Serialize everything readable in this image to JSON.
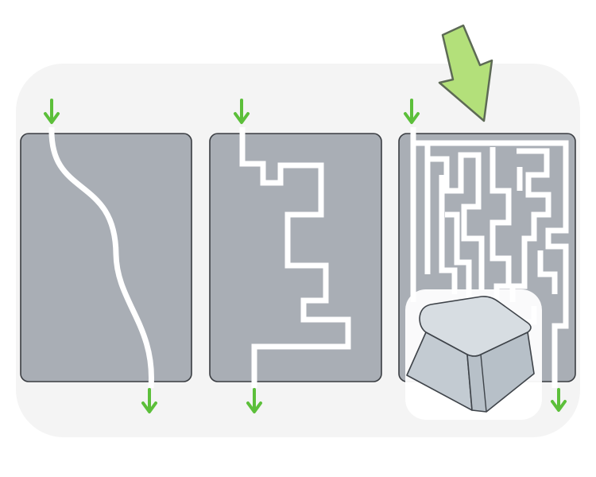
{
  "figure": {
    "panels": [
      {
        "id": "smooth-curve-channel",
        "path_style": "smooth curve"
      },
      {
        "id": "stepped-channel",
        "path_style": "right-angle steps"
      },
      {
        "id": "maze-channel",
        "path_style": "dense maze"
      }
    ],
    "highlight_arrow": {
      "icon": "big-arrow-down-icon",
      "target": "maze-channel"
    },
    "overlay": {
      "icon": "keycap-icon",
      "target": "maze-channel"
    }
  },
  "colors": {
    "panel_fill": "#a9aeb5",
    "panel_stroke": "#3a3d42",
    "channel": "#ffffff",
    "flow_arrow": "#5cbf3a",
    "big_arrow_fill": "#b3e07a",
    "big_arrow_stroke": "#5d6a55",
    "keycap_fill": "#c9d1d8",
    "keycap_stroke": "#3e4349",
    "backdrop": "#f4f4f4"
  }
}
